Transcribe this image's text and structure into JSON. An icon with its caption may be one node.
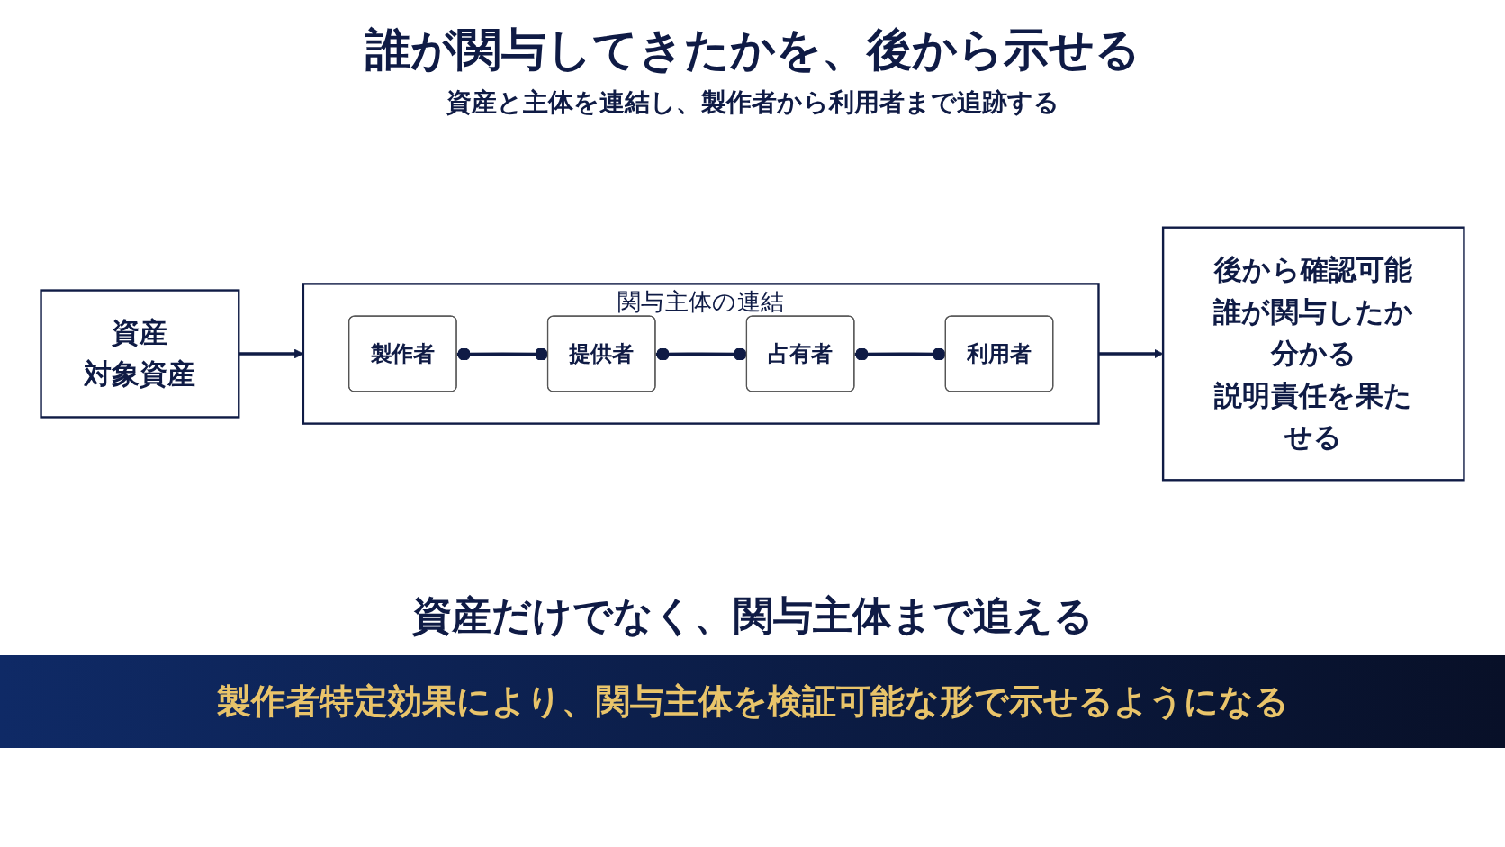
{
  "diagram": {
    "title": "誰が関与してきたかを、後から示せる",
    "nodes": [
      {
        "text": [
          "資産",
          "対象資産"
        ]
      },
      {
        "text": [
          "関与主体の連結"
        ]
      },
      {
        "text": [
          "製作者"
        ],
        "in": 1
      },
      {
        "text": [
          "提供者"
        ],
        "in": 1
      },
      {
        "text": [
          "占有者"
        ],
        "in": 1
      },
      {
        "text": [
          "利用者"
        ],
        "in": 1
      },
      {
        "text": [
          "後から確認可能",
          "誰が関与したか分かる",
          "説明責任を果たせる"
        ]
      }
    ],
    "edges": [
      {
        "from": 0,
        "to": 1,
        "arrow": "to"
      },
      {
        "from": 2,
        "to": 3,
        "arrow": "other"
      },
      {
        "from": 3,
        "to": 4,
        "arrow": "other"
      },
      {
        "from": 4,
        "to": 5,
        "arrow": "other"
      },
      {
        "from": 1,
        "to": 6,
        "arrow": "to"
      }
    ],
    "labels": [
      "資産と主体を連結し、製作者から利用者まで追跡する",
      "資産だけでなく、関与主体まで追える",
      "製作者特定効果により、関与主体を検証可能な形で示せるようになる"
    ]
  }
}
